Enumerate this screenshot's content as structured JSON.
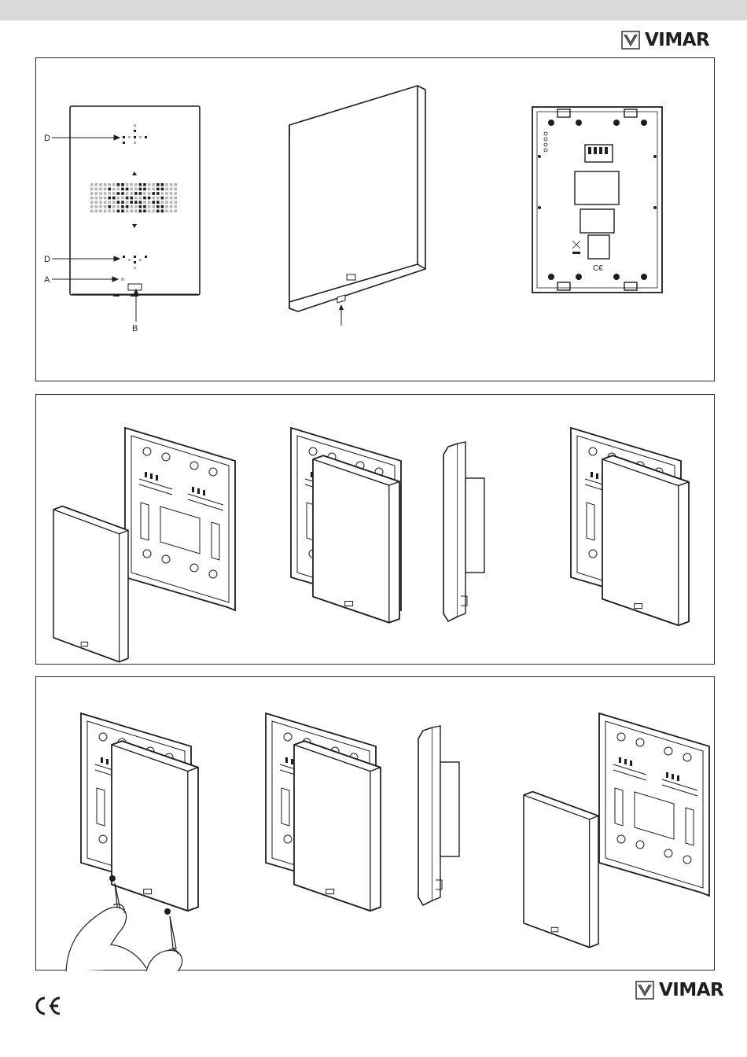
{
  "brand": {
    "name": "VIMAR"
  },
  "figure1": {
    "labels": {
      "d_top": "D",
      "d_bottom": "D",
      "a": "A",
      "b": "B"
    }
  },
  "footer": {
    "mark": "CE"
  },
  "colors": {
    "topbar": "#d9d9d9",
    "line": "#1e1e1e",
    "dot_dark": "#1e1e1e",
    "dot_light": "#b5b5b5"
  }
}
